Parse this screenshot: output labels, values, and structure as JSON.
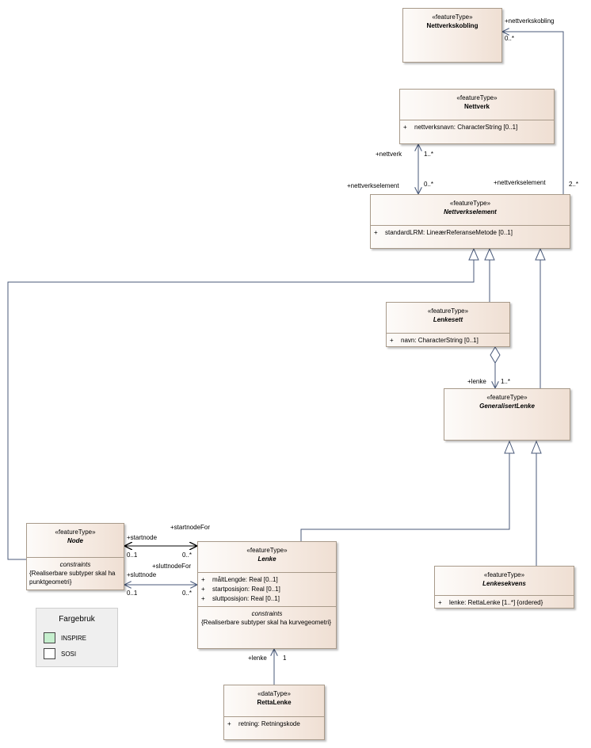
{
  "classes": {
    "nettverkskobling": {
      "stereotype": "«featureType»",
      "name": "Nettverkskobling"
    },
    "nettverk": {
      "stereotype": "«featureType»",
      "name": "Nettverk",
      "attributes": [
        {
          "vis": "+",
          "text": "nettverksnavn: CharacterString [0..1]"
        }
      ]
    },
    "nettverkselement": {
      "stereotype": "«featureType»",
      "name": "Nettverkselement",
      "attributes": [
        {
          "vis": "+",
          "text": "standardLRM: LineærReferanseMetode [0..1]"
        }
      ]
    },
    "lenkesett": {
      "stereotype": "«featureType»",
      "name": "Lenkesett",
      "attributes": [
        {
          "vis": "+",
          "text": "navn: CharacterString [0..1]"
        }
      ]
    },
    "generalisertlenke": {
      "stereotype": "«featureType»",
      "name": "GeneralisertLenke"
    },
    "node": {
      "stereotype": "«featureType»",
      "name": "Node",
      "constraints_title": "constraints",
      "constraints_text": "{Realiserbare subtyper skal ha punktgeometri}"
    },
    "lenke": {
      "stereotype": "«featureType»",
      "name": "Lenke",
      "attributes": [
        {
          "vis": "+",
          "text": "måltLengde: Real [0..1]"
        },
        {
          "vis": "+",
          "text": "startposisjon: Real [0..1]"
        },
        {
          "vis": "+",
          "text": "sluttposisjon: Real [0..1]"
        }
      ],
      "constraints_title": "constraints",
      "constraints_text": "{Realiserbare subtyper skal ha kurvegeometri}"
    },
    "lenkesekvens": {
      "stereotype": "«featureType»",
      "name": "Lenkesekvens",
      "attributes": [
        {
          "vis": "+",
          "text": "lenke: RettaLenke [1..*] {ordered}"
        }
      ]
    },
    "rettalenke": {
      "stereotype": "«dataType»",
      "name": "RettaLenke",
      "attributes": [
        {
          "vis": "+",
          "text": "retning: Retningskode"
        }
      ]
    }
  },
  "labels": {
    "nettverkskobling_role": "+nettverkskobling",
    "nettverkskobling_mult": "0..*",
    "nettverk_role": "+nettverk",
    "nettverk_mult": "1..*",
    "nettverkselement_role_left": "+nettverkselement",
    "nettverkselement_mult_left": "0..*",
    "nettverkselement_role_right": "+nettverkselement",
    "nettverkselement_mult_right": "2..*",
    "lenke_role": "+lenke",
    "lenke_mult": "1..*",
    "startnodefor": "+startnodeFor",
    "startnode": "+startnode",
    "startnode_mult_node": "0..1",
    "startnode_mult_lenke": "0..*",
    "sluttnodefor": "+sluttnodeFor",
    "sluttnode": "+sluttnode",
    "sluttnode_mult_node": "0..1",
    "sluttnode_mult_lenke": "0..*",
    "retta_role": "+lenke",
    "retta_mult": "1"
  },
  "legend": {
    "title": "Fargebruk",
    "items": [
      {
        "label": "INSPIRE",
        "color": "#c6efce"
      },
      {
        "label": "SOSI",
        "color": "#ffffff"
      }
    ]
  }
}
